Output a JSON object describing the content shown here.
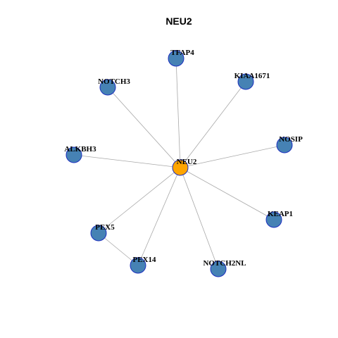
{
  "title": "NEU2",
  "colors": {
    "center_fill": "#FFA500",
    "node_fill": "#4682B4",
    "node_stroke": "#1C2FBF",
    "edge": "#A8A8A8",
    "text": "#000000"
  },
  "nodes": [
    {
      "id": "NEU2",
      "label": "NEU2",
      "role": "center"
    },
    {
      "id": "TFAP4",
      "label": "TFAP4",
      "role": "neighbor"
    },
    {
      "id": "KIAA1671",
      "label": "KIAA1671",
      "role": "neighbor"
    },
    {
      "id": "NOTCH3",
      "label": "NOTCH3",
      "role": "neighbor"
    },
    {
      "id": "NOSIP",
      "label": "NOSIP",
      "role": "neighbor"
    },
    {
      "id": "ALKBH3",
      "label": "ALKBH3",
      "role": "neighbor"
    },
    {
      "id": "KEAP1",
      "label": "KEAP1",
      "role": "neighbor"
    },
    {
      "id": "PEX5",
      "label": "PEX5",
      "role": "neighbor"
    },
    {
      "id": "PEX14",
      "label": "PEX14",
      "role": "neighbor"
    },
    {
      "id": "NOTCH2NL",
      "label": "NOTCH2NL",
      "role": "neighbor"
    }
  ],
  "edges": [
    [
      "NEU2",
      "TFAP4"
    ],
    [
      "NEU2",
      "KIAA1671"
    ],
    [
      "NEU2",
      "NOTCH3"
    ],
    [
      "NEU2",
      "NOSIP"
    ],
    [
      "NEU2",
      "ALKBH3"
    ],
    [
      "NEU2",
      "KEAP1"
    ],
    [
      "NEU2",
      "PEX5"
    ],
    [
      "NEU2",
      "PEX14"
    ],
    [
      "NEU2",
      "NOTCH2NL"
    ],
    [
      "PEX5",
      "PEX14"
    ]
  ]
}
